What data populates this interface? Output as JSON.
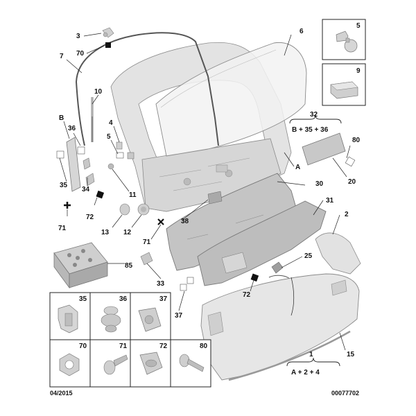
{
  "footer": {
    "date": "04/2015",
    "ref": "00077702"
  },
  "groups": {
    "g32": {
      "num": "32",
      "formula": "B + 35 + 36"
    },
    "g1": {
      "num": "1",
      "formula": "A + 2 + 4"
    }
  },
  "letters": {
    "A": "A",
    "B": "B"
  },
  "callouts": {
    "c3": "3",
    "c70a": "70",
    "c7": "7",
    "c6": "6",
    "c10": "10",
    "c4": "4",
    "c5a": "5",
    "c36": "36",
    "c35": "35",
    "c34": "34",
    "c11": "11",
    "c72a": "72",
    "c71a": "71",
    "c13": "13",
    "c12": "12",
    "c38": "38",
    "c71b": "71",
    "c30": "30",
    "c31": "31",
    "c2": "2",
    "c80": "80",
    "c20": "20",
    "c25": "25",
    "c72b": "72",
    "c33": "33",
    "c37": "37",
    "c85": "85",
    "c15": "15"
  },
  "inset_boxes": {
    "b5": "5",
    "b9": "9"
  },
  "grid": {
    "g35": "35",
    "g36": "36",
    "g37": "37",
    "g70": "70",
    "g71": "71",
    "g72": "72",
    "g80": "80"
  },
  "colors": {
    "part_fill": "#e3e3e3",
    "part_dark": "#c4c4c4",
    "glass": "#f2f2f2",
    "pad": "#bdbdbd",
    "accent": "#9e9e9e"
  }
}
